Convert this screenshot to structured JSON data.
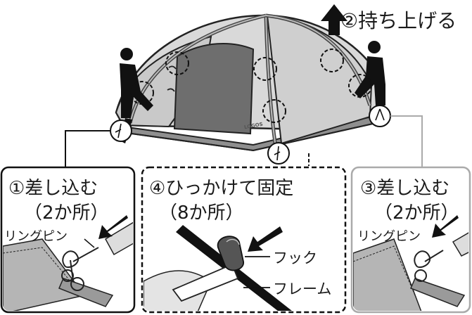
{
  "diagram": {
    "top_step": "②持ち上げる",
    "tent_brand": "LOGOS",
    "panels": [
      {
        "line1": "①差し込む",
        "line2": "（2か所）",
        "part": "リングピン"
      },
      {
        "line1": "④ひっかけて固定",
        "line2": "（8か所）",
        "labels": [
          "フック",
          "フレーム"
        ]
      },
      {
        "line1": "③差し込む",
        "line2": "（2か所）",
        "part": "リングピン"
      }
    ]
  }
}
